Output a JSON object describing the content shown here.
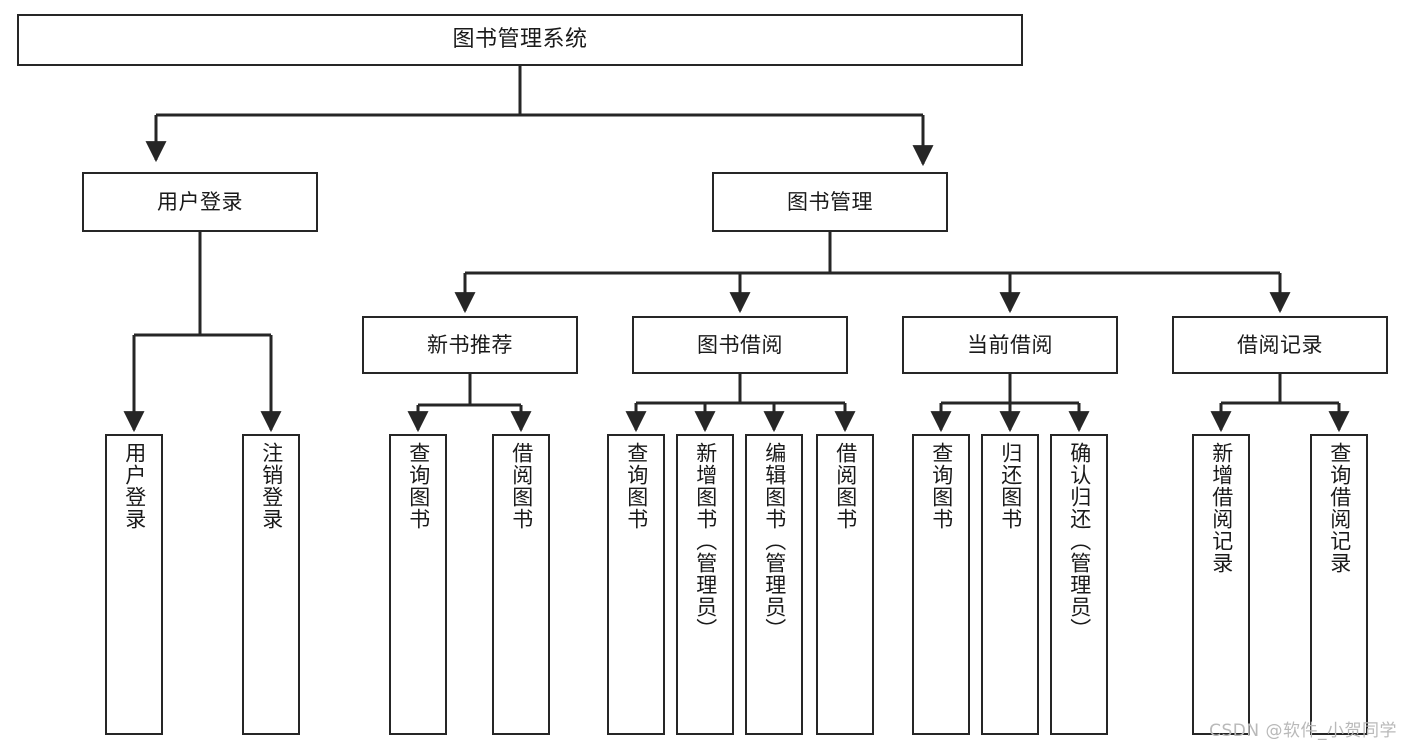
{
  "diagram": {
    "type": "tree-hierarchy",
    "title": "图书管理系统",
    "orientation": "top-down",
    "colors": {
      "border": "#262626",
      "fill": "#ffffff",
      "text": "#1a1a1a",
      "wire": "#262626",
      "watermark": "#b9b9b9"
    },
    "nodes": {
      "root": {
        "label": "图书管理系统"
      },
      "level1": [
        {
          "id": "user-login",
          "label": "用户登录"
        },
        {
          "id": "book-manage",
          "label": "图书管理"
        }
      ],
      "level2": [
        {
          "id": "new-book-recommend",
          "label": "新书推荐"
        },
        {
          "id": "book-borrow",
          "label": "图书借阅"
        },
        {
          "id": "current-borrow",
          "label": "当前借阅"
        },
        {
          "id": "borrow-record",
          "label": "借阅记录"
        }
      ],
      "leaves": {
        "user-login": [
          {
            "id": "leaf-user-login",
            "label": "用户登录"
          },
          {
            "id": "leaf-user-logout",
            "label": "注销登录"
          }
        ],
        "new-book-recommend": [
          {
            "id": "leaf-query-book-1",
            "label": "查询图书"
          },
          {
            "id": "leaf-borrow-book-1",
            "label": "借阅图书"
          }
        ],
        "book-borrow": [
          {
            "id": "leaf-query-book-2",
            "label": "查询图书"
          },
          {
            "id": "leaf-add-book",
            "label": "新增图书（管理员）"
          },
          {
            "id": "leaf-edit-book",
            "label": "编辑图书（管理员）"
          },
          {
            "id": "leaf-borrow-book-2",
            "label": "借阅图书"
          }
        ],
        "current-borrow": [
          {
            "id": "leaf-query-book-3",
            "label": "查询图书"
          },
          {
            "id": "leaf-return-book",
            "label": "归还图书"
          },
          {
            "id": "leaf-confirm-return",
            "label": "确认归还（管理员）"
          }
        ],
        "borrow-record": [
          {
            "id": "leaf-add-record",
            "label": "新增借阅记录"
          },
          {
            "id": "leaf-query-record",
            "label": "查询借阅记录"
          }
        ]
      }
    },
    "watermark": "CSDN @软件_小贺同学"
  }
}
